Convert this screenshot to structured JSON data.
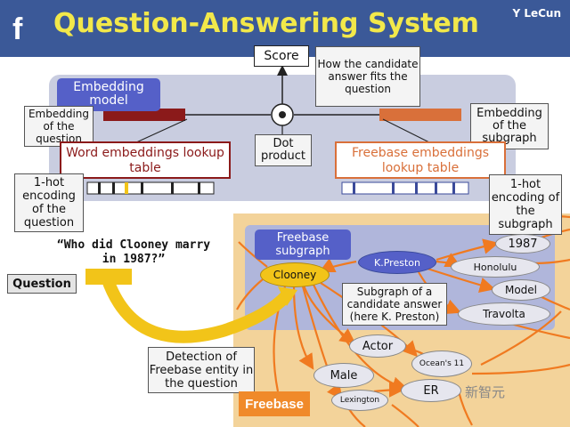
{
  "header": {
    "logo": "f",
    "title": "Question-Answering System",
    "author": "Y LeCun"
  },
  "nodes": {
    "score": "Score",
    "how_fits": "How the candidate answer fits the question",
    "embedding_model": "Embedding model",
    "embedding_of_question": "Embedding of the question",
    "dot_product": "Dot product",
    "embedding_of_subgraph": "Embedding of the subgraph",
    "word_lookup": "Word embeddings lookup table",
    "freebase_lookup": "Freebase embeddings lookup table",
    "onehot_question": "1-hot encoding of the question",
    "onehot_subgraph": "1-hot encoding of the subgraph",
    "question_text": "“Who did Clooney marry in 1987?”",
    "question_label": "Question",
    "freebase_subgraph": "Freebase subgraph",
    "clooney": "Clooney",
    "kpreston": "K.Preston",
    "subgraph_candidate": "Subgraph of a candidate answer (here K. Preston)",
    "detection": "Detection of Freebase entity in the question",
    "year_1987": "1987",
    "honolulu": "Honolulu",
    "model": "Model",
    "travolta": "Travolta",
    "actor": "Actor",
    "oceans11": "Ocean's 11",
    "male": "Male",
    "er": "ER",
    "lexington": "Lexington",
    "freebase_brand": "Freebase",
    "watermark": "新智元"
  },
  "colors": {
    "header_bg": "#3b5998",
    "title": "#f2e84a",
    "panel": "#c9cde0",
    "freebase_area": "#f3d39a",
    "subgraph_area": "#b0b6db",
    "question_embedding": "#8b1a1a",
    "subgraph_embedding": "#d9703a",
    "arrow_orange": "#f07a20",
    "arrow_yellow": "#f2c419",
    "node_blue": "#5560c8"
  }
}
